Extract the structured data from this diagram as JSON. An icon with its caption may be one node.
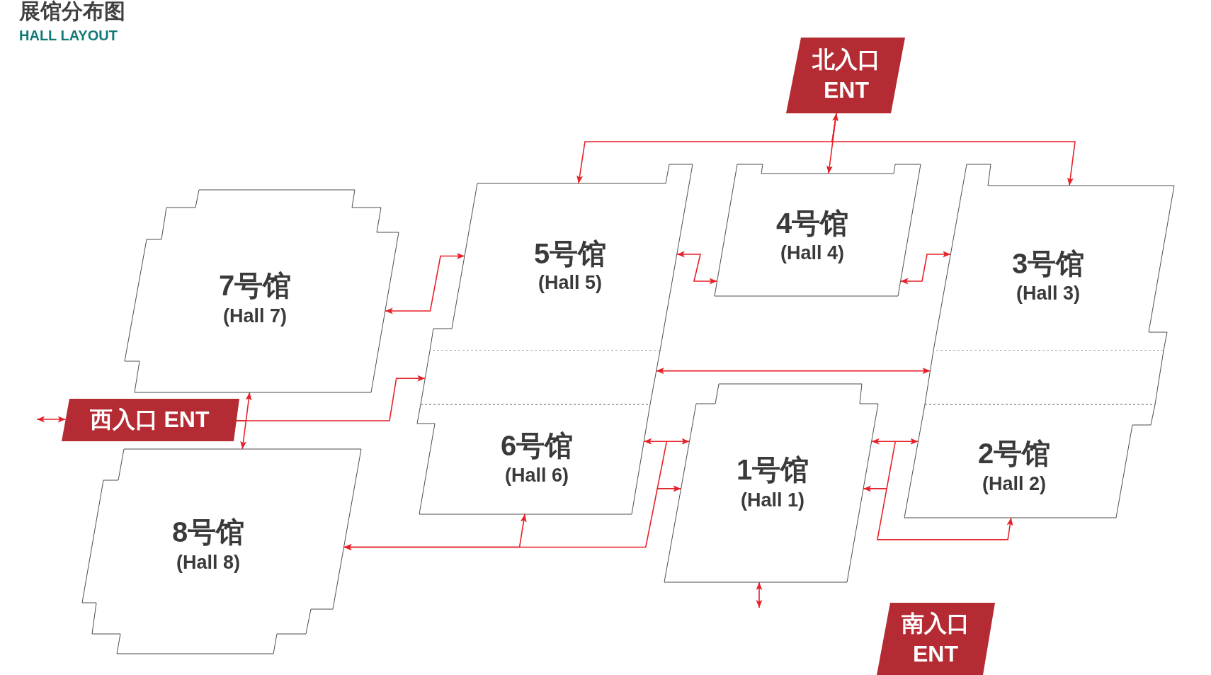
{
  "diagram": {
    "title": "展馆分布图",
    "nodes": [
      {
        "text": [
          "北入口 ENT"
        ]
      },
      {
        "text": [
          "5号馆",
          "(Hall 5)"
        ]
      },
      {
        "text": [
          "4号馆",
          "(Hall 4)"
        ]
      },
      {
        "text": [
          "3号馆",
          "(Hall 3)"
        ]
      },
      {
        "text": [
          "7号馆",
          "(Hall 7)"
        ]
      },
      {
        "text": [],
        "shape": "box"
      },
      {
        "text": [],
        "shape": "box"
      },
      {
        "text": [
          "西入口 ENT"
        ]
      },
      {
        "text": [
          "6号馆",
          "(Hall 6)"
        ]
      },
      {
        "text": [
          "1号馆",
          "(Hall 1)"
        ]
      },
      {
        "text": [
          "2号馆",
          "(Hall 2)"
        ]
      },
      {
        "text": [
          "8号馆",
          "(Hall 8)"
        ]
      },
      {
        "text": [
          "南入口 ENT"
        ]
      }
    ],
    "edges": [
      {
        "from": 0,
        "to": 2,
        "arrow": "both"
      },
      {
        "from": 0,
        "to": 1,
        "arrow": "to"
      },
      {
        "from": 0,
        "to": 3,
        "arrow": "to"
      },
      {
        "from": 1,
        "to": 2,
        "arrow": "both"
      },
      {
        "from": 2,
        "to": 3,
        "arrow": "both"
      },
      {
        "from": 4,
        "to": 1,
        "arrow": "both"
      },
      {
        "from": null,
        "to": 7,
        "arrow": "both"
      },
      {
        "from": 7,
        "to": 4,
        "arrow": "to"
      },
      {
        "from": 7,
        "to": 11,
        "arrow": "to"
      },
      {
        "from": 7,
        "to": 5,
        "arrow": "to"
      },
      {
        "from": 5,
        "to": 6,
        "arrow": "both"
      },
      {
        "from": 8,
        "to": 9,
        "arrow": "both"
      },
      {
        "from": 9,
        "to": 11,
        "arrow": "both"
      },
      {
        "from": 8,
        "to": 11,
        "arrow": "both"
      },
      {
        "from": 9,
        "to": 10,
        "arrow": "both"
      },
      {
        "from": 9,
        "to": 10,
        "arrow": "both"
      },
      {
        "from": 9,
        "to": null,
        "arrow": "both"
      }
    ],
    "labels": [
      "HALL LAYOUT"
    ]
  }
}
